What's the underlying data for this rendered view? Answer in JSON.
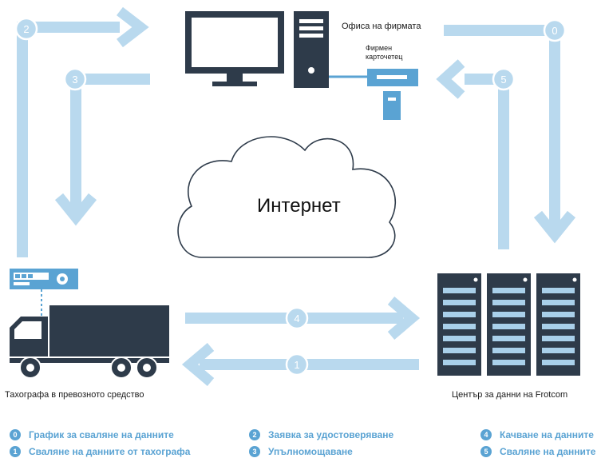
{
  "labels": {
    "office": "Офиса на фирмата",
    "card_reader": [
      "Фирмен",
      "карточетец"
    ],
    "internet": "Интернет",
    "tachograph": "Тахографа в превозното средство",
    "datacenter": "Център за данни на Frotcom"
  },
  "steps": [
    {
      "number": "0",
      "text": "График за сваляне на данните"
    },
    {
      "number": "1",
      "text": "Сваляне на данните от тахографа"
    },
    {
      "number": "2",
      "text": "Заявка за удостоверяване"
    },
    {
      "number": "3",
      "text": "Упълномощаване"
    },
    {
      "number": "4",
      "text": "Качване на данните"
    },
    {
      "number": "5",
      "text": "Сваляне на данните"
    }
  ],
  "colors": {
    "arrow": "#b9d9ee",
    "accent": "#5aa3d3",
    "device": "#2e3b4a",
    "server_stripe": "#a9d0ea"
  }
}
